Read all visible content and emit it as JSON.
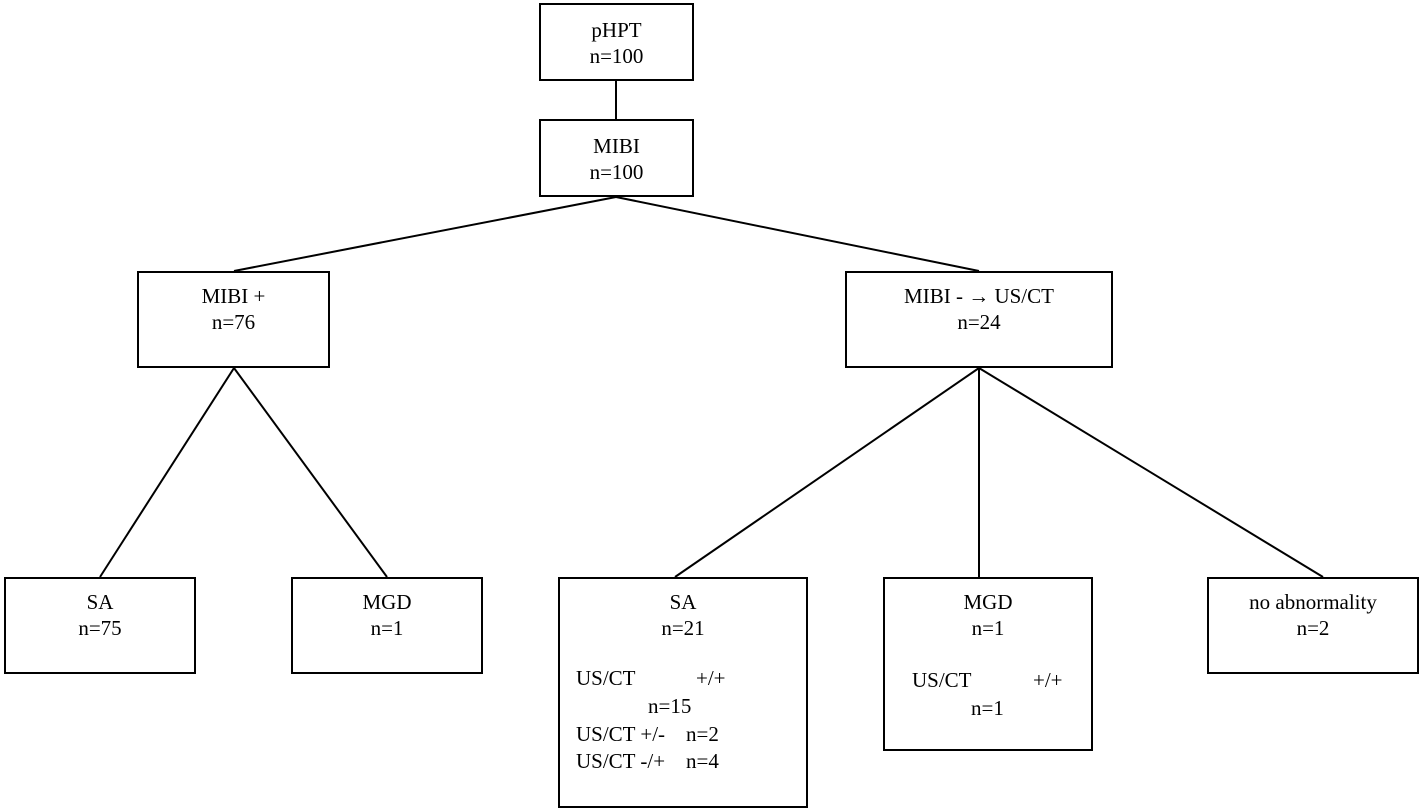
{
  "nodes": {
    "phpt": {
      "line1": "pHPT",
      "line2": "n=100"
    },
    "mibi": {
      "line1": "MIBI",
      "line2": "n=100"
    },
    "mibi_pos": {
      "line1": "MIBI +",
      "line2": "n=76"
    },
    "mibi_neg": {
      "line1": "MIBI - → US/CT",
      "line2": "n=24"
    },
    "sa_left": {
      "line1": "SA",
      "line2": "n=75"
    },
    "mgd_left": {
      "line1": "MGD",
      "line2": "n=1"
    },
    "sa_right": {
      "line1": "SA",
      "line2": "n=21",
      "sub1_label": "US/CT",
      "sub1_sign": "+/+",
      "sub1_n": "n=15",
      "sub2": "US/CT +/-    n=2",
      "sub3": "US/CT -/+    n=4"
    },
    "mgd_right": {
      "line1": "MGD",
      "line2": "n=1",
      "sub1_label": "US/CT",
      "sub1_sign": "+/+",
      "sub1_n": "n=1"
    },
    "no_abnormality": {
      "line1": "no abnormality",
      "line2": "n=2"
    }
  }
}
